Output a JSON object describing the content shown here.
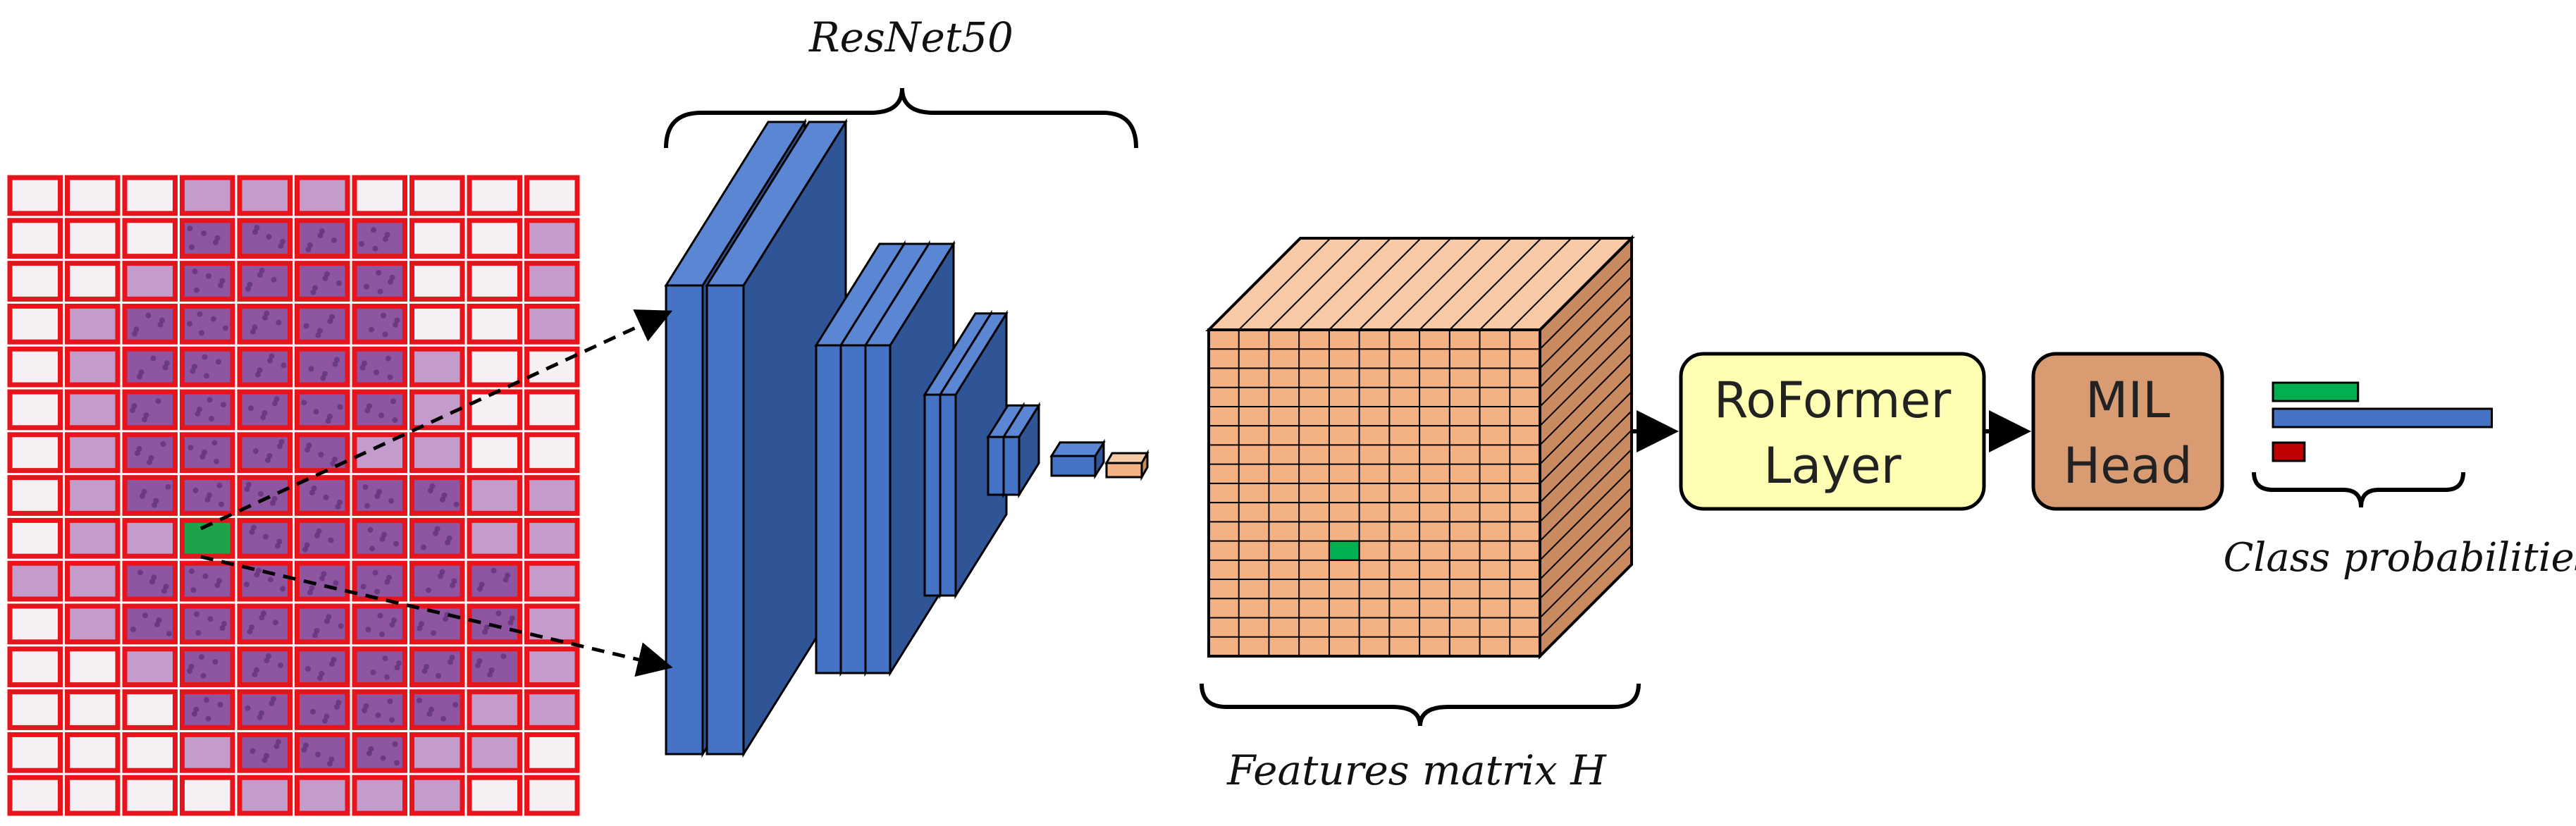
{
  "backbone": {
    "label": "ResNet50"
  },
  "features": {
    "label": "Features matrix H"
  },
  "roformer": {
    "line1": "RoFormer",
    "line2": "Layer"
  },
  "mil_head": {
    "line1": "MIL",
    "line2": "Head"
  },
  "output": {
    "label": "Class probabilities"
  },
  "colors": {
    "tile_border": "#e8141b",
    "tile_bg": "#f4f0f3",
    "tissue": "#8e55a0",
    "tissue_light": "#c49ccc",
    "selected_tile": "#1fa34a",
    "resnet_front": "#4472c4",
    "resnet_side": "#2f5597",
    "resnet_top": "#5b86d3",
    "feature_front": "#f4b183",
    "feature_side": "#c98a5f",
    "feature_cell_highlight": "#00b050",
    "roformer_fill": "#ffffb3",
    "mil_fill": "#d99b72",
    "bar_green": "#00b050",
    "bar_blue": "#4472c4",
    "bar_red": "#c00000"
  },
  "class_probabilities": [
    {
      "class_color": "green",
      "value": 0.35
    },
    {
      "class_color": "blue",
      "value": 0.9
    },
    {
      "class_color": "red",
      "value": 0.13
    }
  ]
}
